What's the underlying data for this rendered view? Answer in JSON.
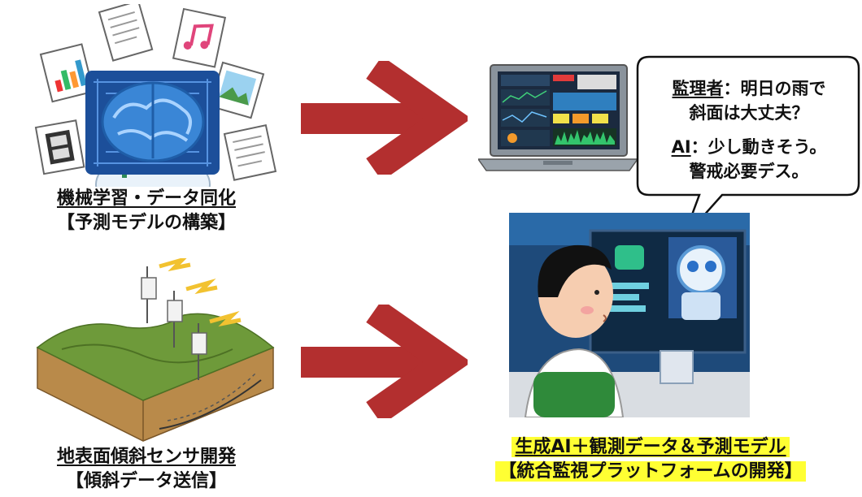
{
  "ml_caption": {
    "title": "機械学習・データ同化",
    "subtitle": "【予測モデルの構築】"
  },
  "sensor_caption": {
    "title": "地表面傾斜センサ開発",
    "subtitle": "【傾斜データ送信】"
  },
  "platform_caption": {
    "title": "生成AI＋観測データ＆予測モデル",
    "subtitle": "【統合監視プラットフォームの開発】"
  },
  "speech": {
    "line1_speaker": "監理者",
    "line1_text": "：明日の雨で",
    "line2": "斜面は大丈夫？",
    "line3_speaker": "AI",
    "line3_text": "：少し動きそう。",
    "line4": "警戒必要デス。"
  },
  "colors": {
    "arrow": "#b32f2f",
    "highlight": "#ffff33",
    "brain": "#3a86d6",
    "ground_top": "#6e9a3a",
    "soil": "#b98a4a"
  }
}
